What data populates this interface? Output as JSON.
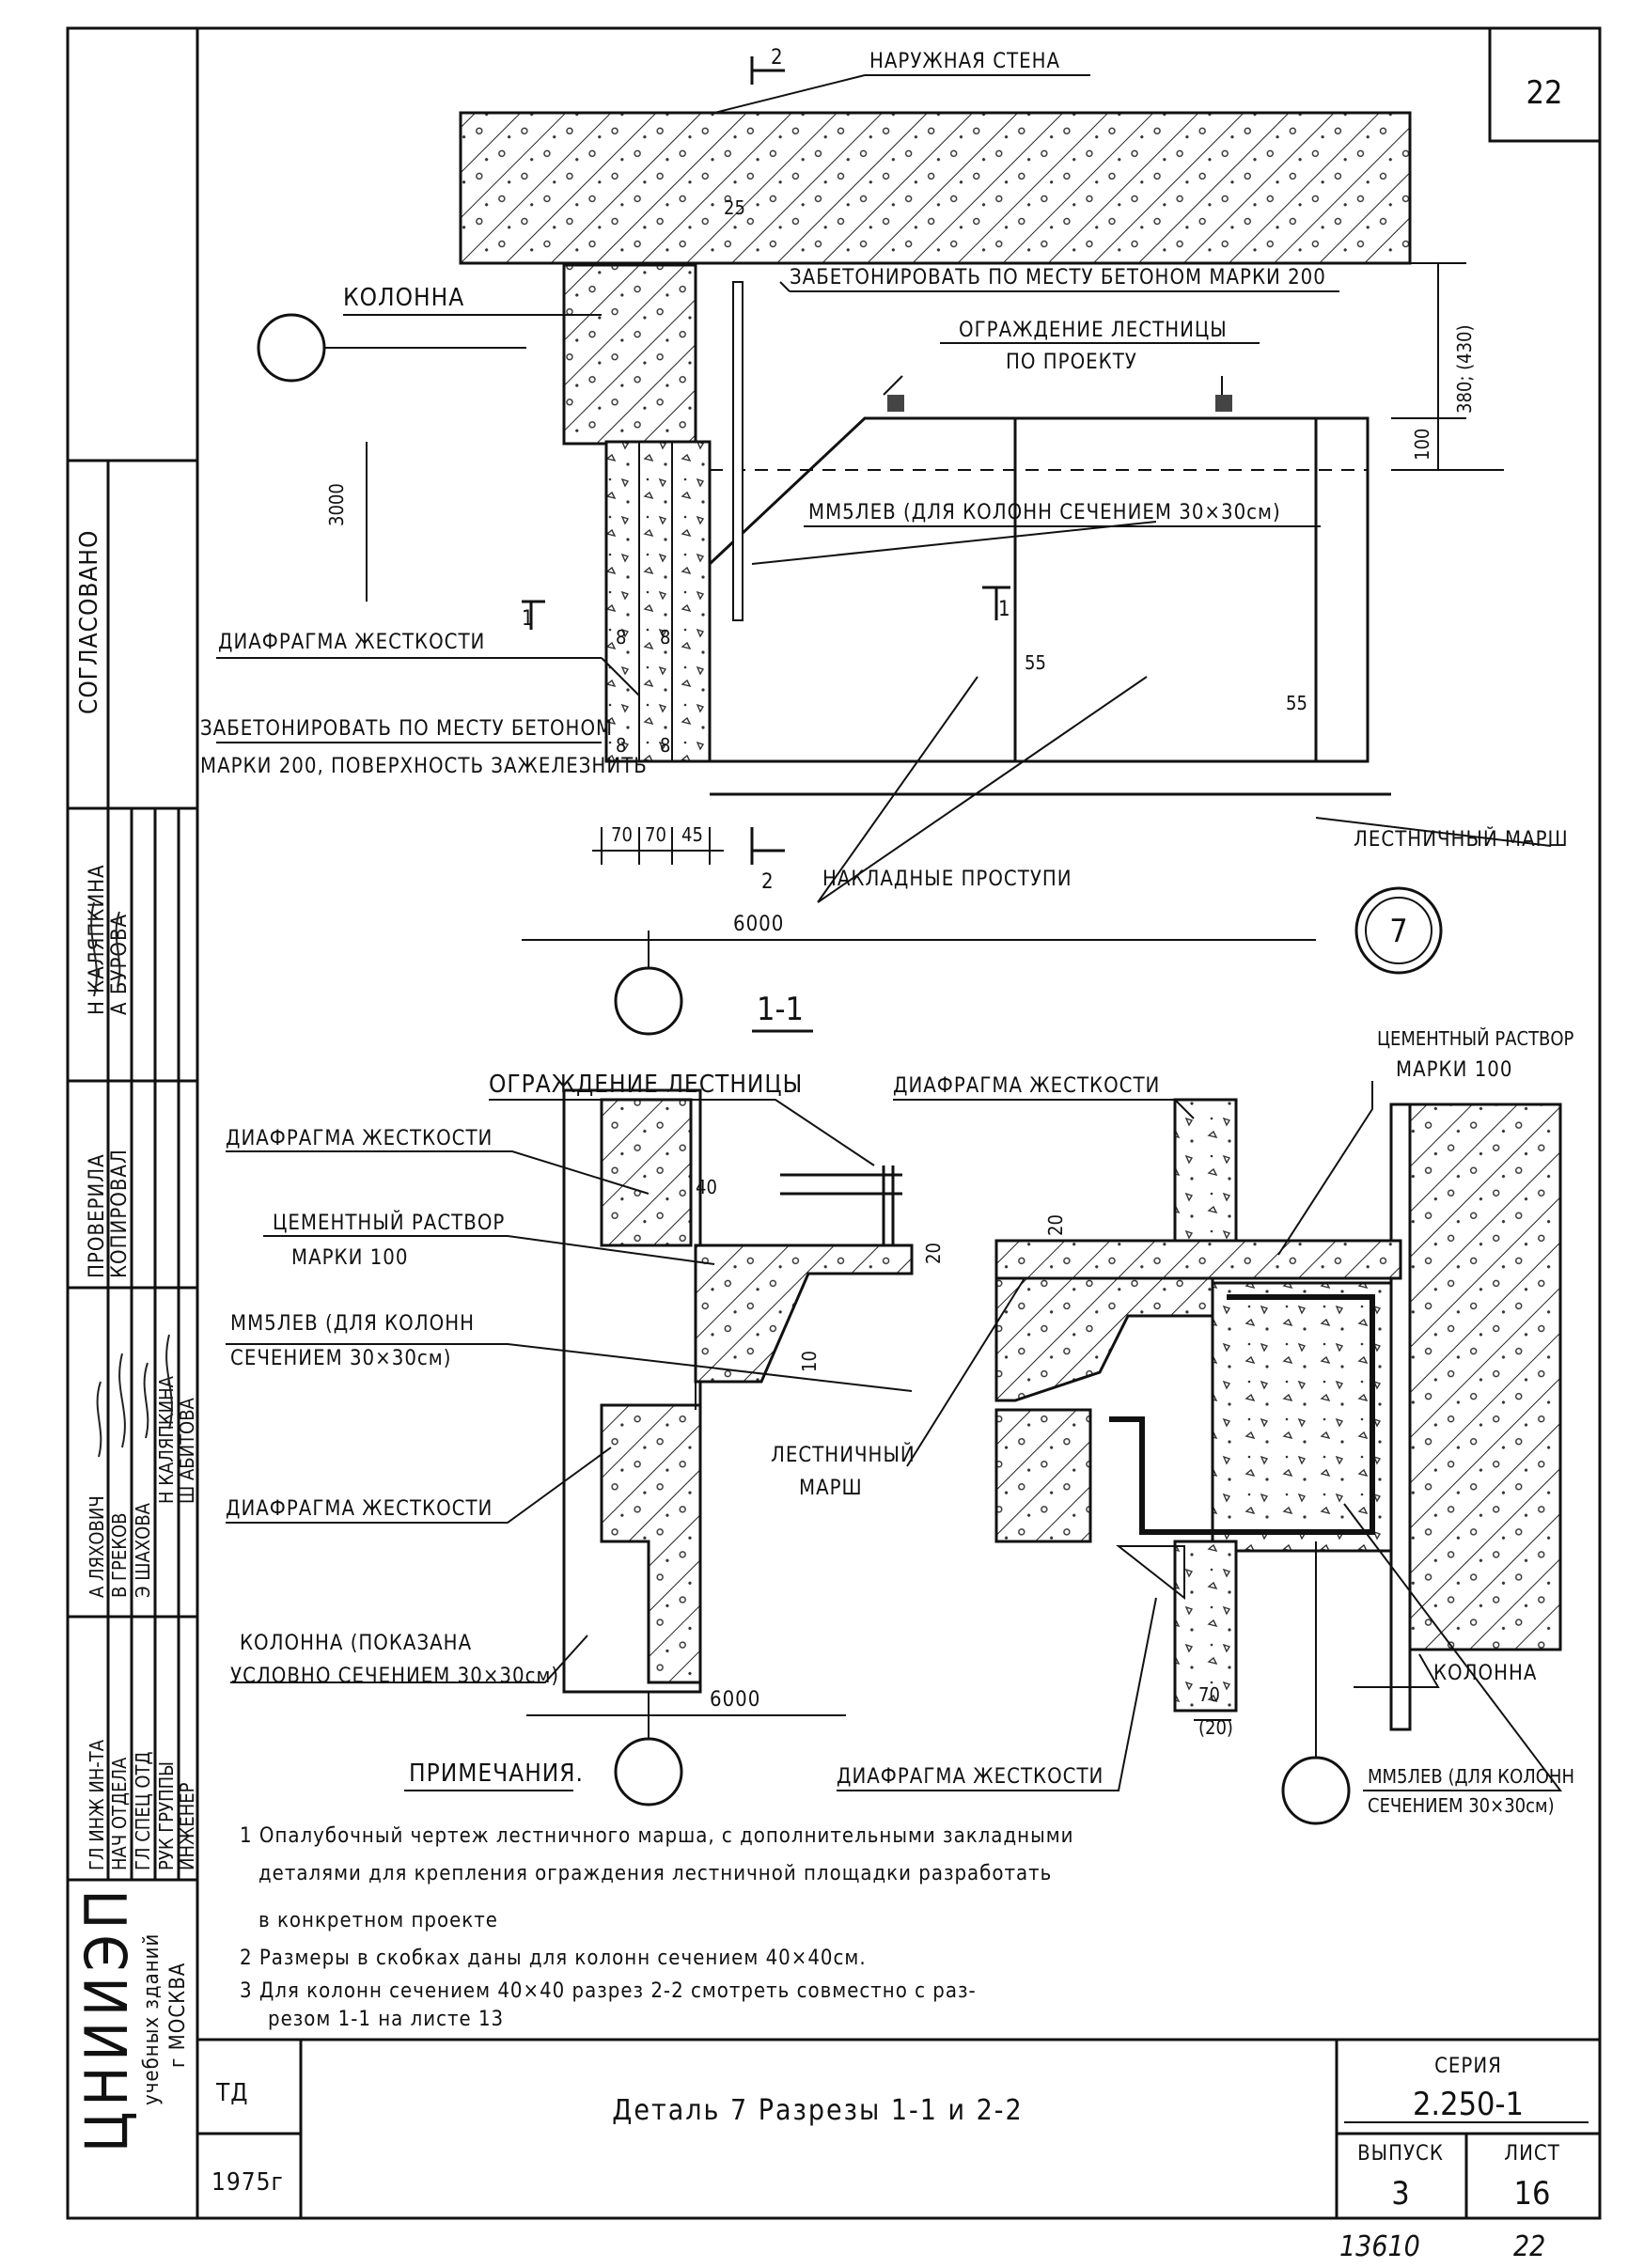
{
  "sheet": {
    "page_number": "22",
    "bottom_number_left": "13610",
    "bottom_number_right": "22"
  },
  "top_detail": {
    "outer_wall": "НАРУЖНАЯ СТЕНА",
    "column": "КОЛОННА",
    "concrete_fill": "ЗАБЕТОНИРОВАТЬ ПО МЕСТУ БЕТОНОМ МАРКИ 200",
    "railing_1": "ОГРАЖДЕНИЕ ЛЕСТНИЦЫ",
    "railing_2": "ПО ПРОЕКТУ",
    "embedded_part": "ММ5ЛЕВ (ДЛЯ КОЛОНН СЕЧЕНИЕМ 30×30см)",
    "stiffening_diaphragm": "ДИАФРАГМА ЖЕСТКОСТИ",
    "fill_note_1": "ЗАБЕТОНИРОВАТЬ ПО МЕСТУ БЕТОНОМ",
    "fill_note_2": "МАРКИ 200, ПОВЕРХНОСТЬ ЗАЖЕЛЕЗНИТЬ",
    "stair_flight": "ЛЕСТНИЧНЫЙ МАРШ",
    "overlay_nosings": "НАКЛАДНЫЕ ПРОСТУПИ",
    "detail_number": "7",
    "section_mark_top": "2",
    "section_mark_bottom": "2",
    "section_mark_left": "1",
    "section_mark_right": "1",
    "dim_25": "25",
    "dim_380": "380; (430)",
    "dim_100": "100",
    "dim_3000": "3000",
    "dim_8a": "8",
    "dim_8b": "8",
    "dim_8c": "8",
    "dim_8d": "8",
    "dim_55a": "55",
    "dim_55b": "55",
    "dim_70a": "70",
    "dim_70b": "70",
    "dim_45": "45",
    "dim_6000": "6000"
  },
  "section_11": {
    "title": "1-1",
    "railing": "ОГРАЖДЕНИЕ ЛЕСТНИЦЫ",
    "diaphragm_top": "ДИАФРАГМА ЖЕСТКОСТИ",
    "cement_1": "ЦЕМЕНТНЫЙ РАСТВОР",
    "cement_2": "МАРКИ 100",
    "embedded_1": "ММ5ЛЕВ (ДЛЯ КОЛОНН",
    "embedded_2": "СЕЧЕНИЕМ 30×30см)",
    "diaphragm_bottom": "ДИАФРАГМА ЖЕСТКОСТИ",
    "column_1": "КОЛОННА (ПОКАЗАНА",
    "column_2": "УСЛОВНО СЕЧЕНИЕМ 30×30см)",
    "dim_40": "40",
    "dim_20": "20",
    "dim_10": "10",
    "dim_6000": "6000"
  },
  "section_22": {
    "diaphragm_top": "ДИАФРАГМА ЖЕСТКОСТИ",
    "cement_1": "ЦЕМЕНТНЫЙ РАСТВОР",
    "cement_2": "МАРКИ 100",
    "stair_1": "ЛЕСТНИЧНЫЙ",
    "stair_2": "МАРШ",
    "column": "КОЛОННА",
    "diaphragm_bottom": "ДИАФРАГМА ЖЕСТКОСТИ",
    "embedded_1": "ММ5ЛЕВ (ДЛЯ КОЛОНН",
    "embedded_2": "СЕЧЕНИЕМ 30×30см)",
    "dim_20": "20",
    "dim_70": "70",
    "dim_20b": "(20)"
  },
  "notes": {
    "heading": "ПРИМЕЧАНИЯ.",
    "n1_a": "1 Опалубочный чертеж лестничного марша, с дополнительными закладными",
    "n1_b": "деталями для крепления ограждения лестничной площадки разработать",
    "n1_c": "в конкретном проекте",
    "n2": "2 Размеры в скобках даны для колонн сечением 40×40см.",
    "n3_a": "3 Для колонн сечением 40×40 разрез 2-2 смотреть совместно с раз-",
    "n3_b": "резом 1-1 на листе 13"
  },
  "title_block": {
    "code": "ТД",
    "year": "1975г",
    "title": "Деталь 7   Разрезы 1-1 и 2-2",
    "series_label": "СЕРИЯ",
    "series": "2.250-1",
    "issue_label": "ВЫПУСК",
    "issue": "3",
    "sheet_label": "ЛИСТ",
    "sheet": "16"
  },
  "side_stamp": {
    "agreed": "СОГЛАСОВАНО",
    "org": "ЦНИИЭП",
    "org_sub_1": "учебных зданий",
    "org_sub_2": "г МОСКВА",
    "roles": [
      "ГЛ ИНЖ ИН-ТА",
      "НАЧ ОТДЕЛА",
      "ГЛ СПЕЦ ОТД",
      "РУК ГРУППЫ",
      "ИНЖЕНЕР"
    ],
    "names": [
      "А ЛЯХОВИЧ",
      "В ГРЕКОВ",
      "Э ШАХОВА",
      "Н КАЛЯПКИНА",
      "Ш АБИТОВА"
    ],
    "checked_role": "ПРОВЕРИЛА",
    "checked_name": "КОПИРОВАЛ",
    "author_names": [
      "Н КАЛЯПКИНА",
      "А БУРОВА"
    ]
  }
}
